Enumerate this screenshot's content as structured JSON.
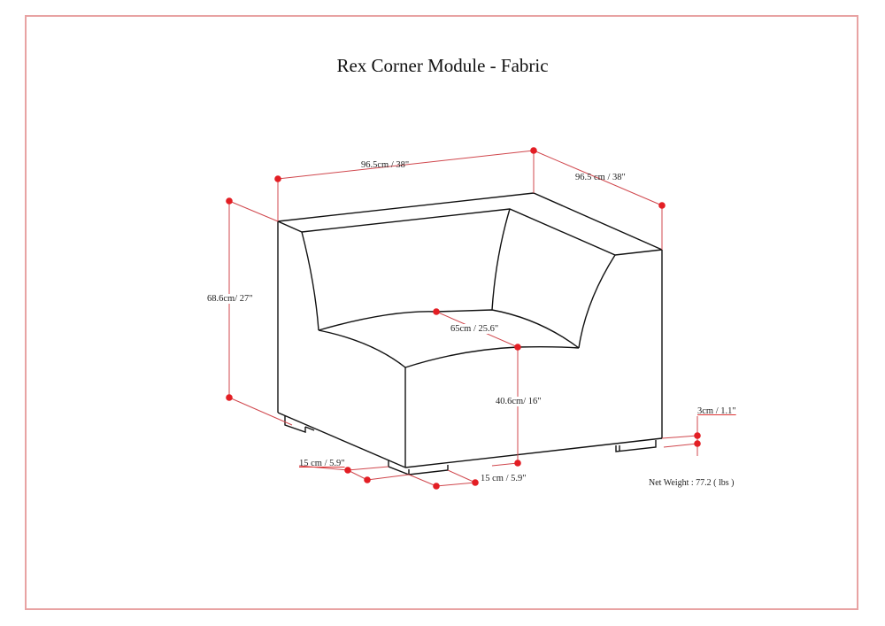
{
  "title": "Rex Corner Module - Fabric",
  "accent_color": "#e31e24",
  "frame_color": "#e8a3a3",
  "dimensions": {
    "width": "96.5cm / 38\"",
    "depth": "96.5 cm / 38\"",
    "height": "68.6cm/ 27\"",
    "seat_depth": "65cm / 25.6\"",
    "seat_height": "40.6cm/ 16\"",
    "leg_width_left": "15 cm / 5.9\"",
    "leg_width_right": "15 cm / 5.9\"",
    "leg_height": "3cm / 1.1\""
  },
  "net_weight": "Net Weight : 77.2 ( lbs )"
}
